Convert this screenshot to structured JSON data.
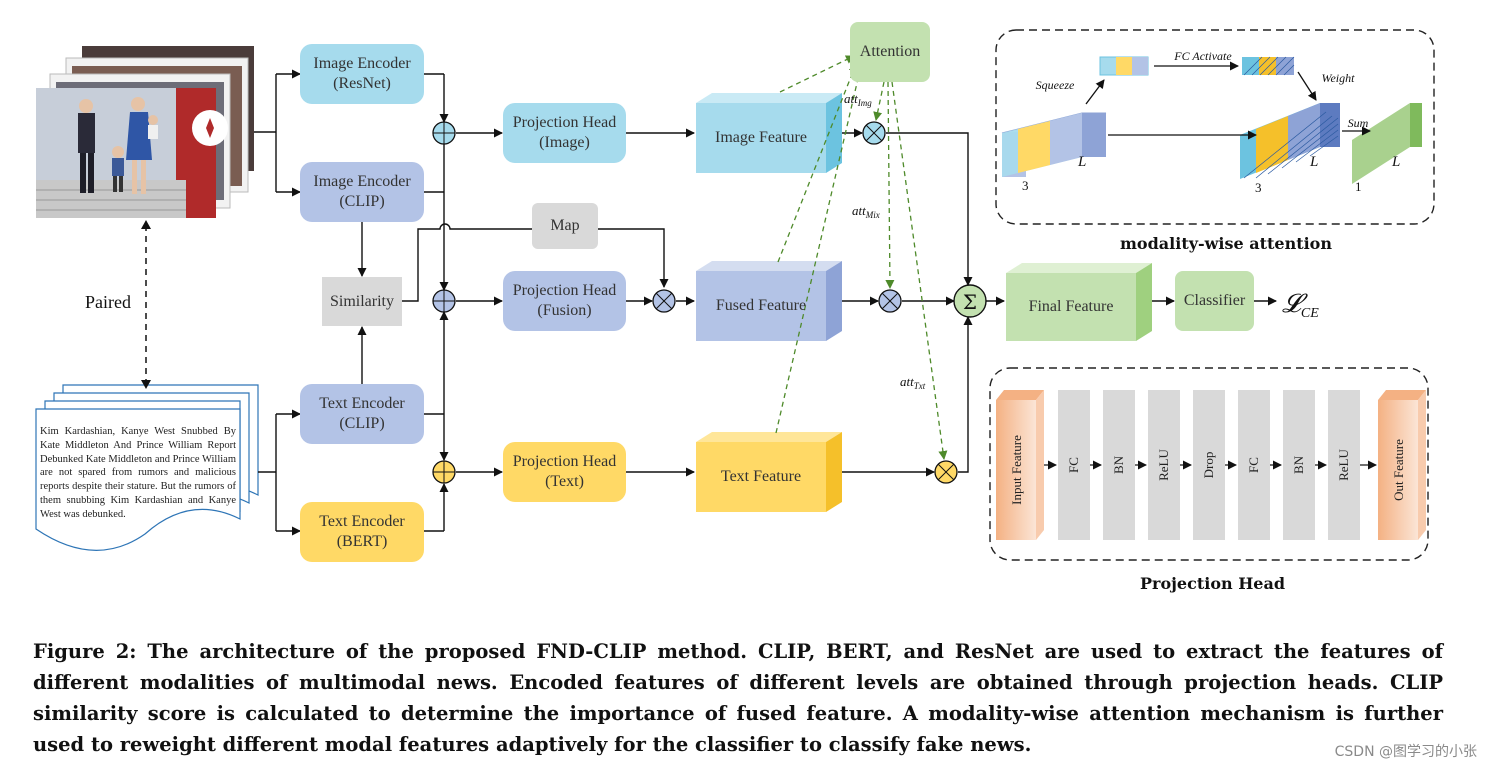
{
  "encoders": {
    "image_resnet": [
      "Image Encoder",
      "(ResNet)"
    ],
    "image_clip": [
      "Image Encoder",
      "(CLIP)"
    ],
    "text_clip": [
      "Text Encoder",
      "(CLIP)"
    ],
    "text_bert": [
      "Text Encoder",
      "(BERT)"
    ]
  },
  "projection_heads": {
    "image": [
      "Projection Head",
      "(Image)"
    ],
    "fusion": [
      "Projection Head",
      "(Fusion)"
    ],
    "text": [
      "Projection Head",
      "(Text)"
    ]
  },
  "features": {
    "image": "Image Feature",
    "fused": "Fused Feature",
    "text": "Text Feature",
    "final": "Final Feature"
  },
  "blocks": {
    "map": "Map",
    "similarity": "Similarity",
    "attention": "Attention",
    "classifier": "Classifier",
    "loss": "𝓛",
    "loss_sub": "CE",
    "paired": "Paired"
  },
  "attention_labels": {
    "att_img": "att",
    "att_img_sub": "Img",
    "att_mix": "att",
    "att_mix_sub": "Mix",
    "att_txt": "att",
    "att_txt_sub": "Txt"
  },
  "news_text": "Kim Kardashian, Kanye West Snubbed By Kate Middleton And Prince William Report Debunked Kate Middleton and Prince William are not spared from rumors and malicious reports despite their stature. But the rumors of them snubbing Kim Kardashian and Kanye West was debunked.",
  "modality_attention": {
    "title": "modality-wise attention",
    "squeeze": "Squeeze",
    "fc_activate": "FC  Activate",
    "weight": "Weight",
    "sum": "Sum",
    "L1": "L",
    "L2": "L",
    "L3": "L",
    "n1": "3",
    "n2": "3",
    "n3": "1"
  },
  "projection_head_detail": {
    "title": "Projection Head",
    "layers": [
      "Input Feature",
      "FC",
      "BN",
      "ReLU",
      "Drop",
      "FC",
      "BN",
      "ReLU",
      "Out Feature"
    ]
  },
  "caption": "Figure 2: The architecture of the proposed FND-CLIP method. CLIP, BERT, and ResNet are used to extract the features of different modalities of multimodal news. Encoded features of different levels are obtained through projection heads. CLIP similarity score is calculated to determine the importance of fused feature. A modality-wise attention mechanism is further used to reweight different modal features adaptively for the classifier to classify fake news.",
  "watermark": "CSDN @图学习的小张",
  "colors": {
    "blue": "#a6dbed",
    "lavender": "#b3c3e6",
    "yellow": "#ffd966",
    "green": "#c3e1b0",
    "orange": "#f8cbad",
    "gray": "#d9d9d9",
    "attention_arrow": "#4e8a2a"
  }
}
